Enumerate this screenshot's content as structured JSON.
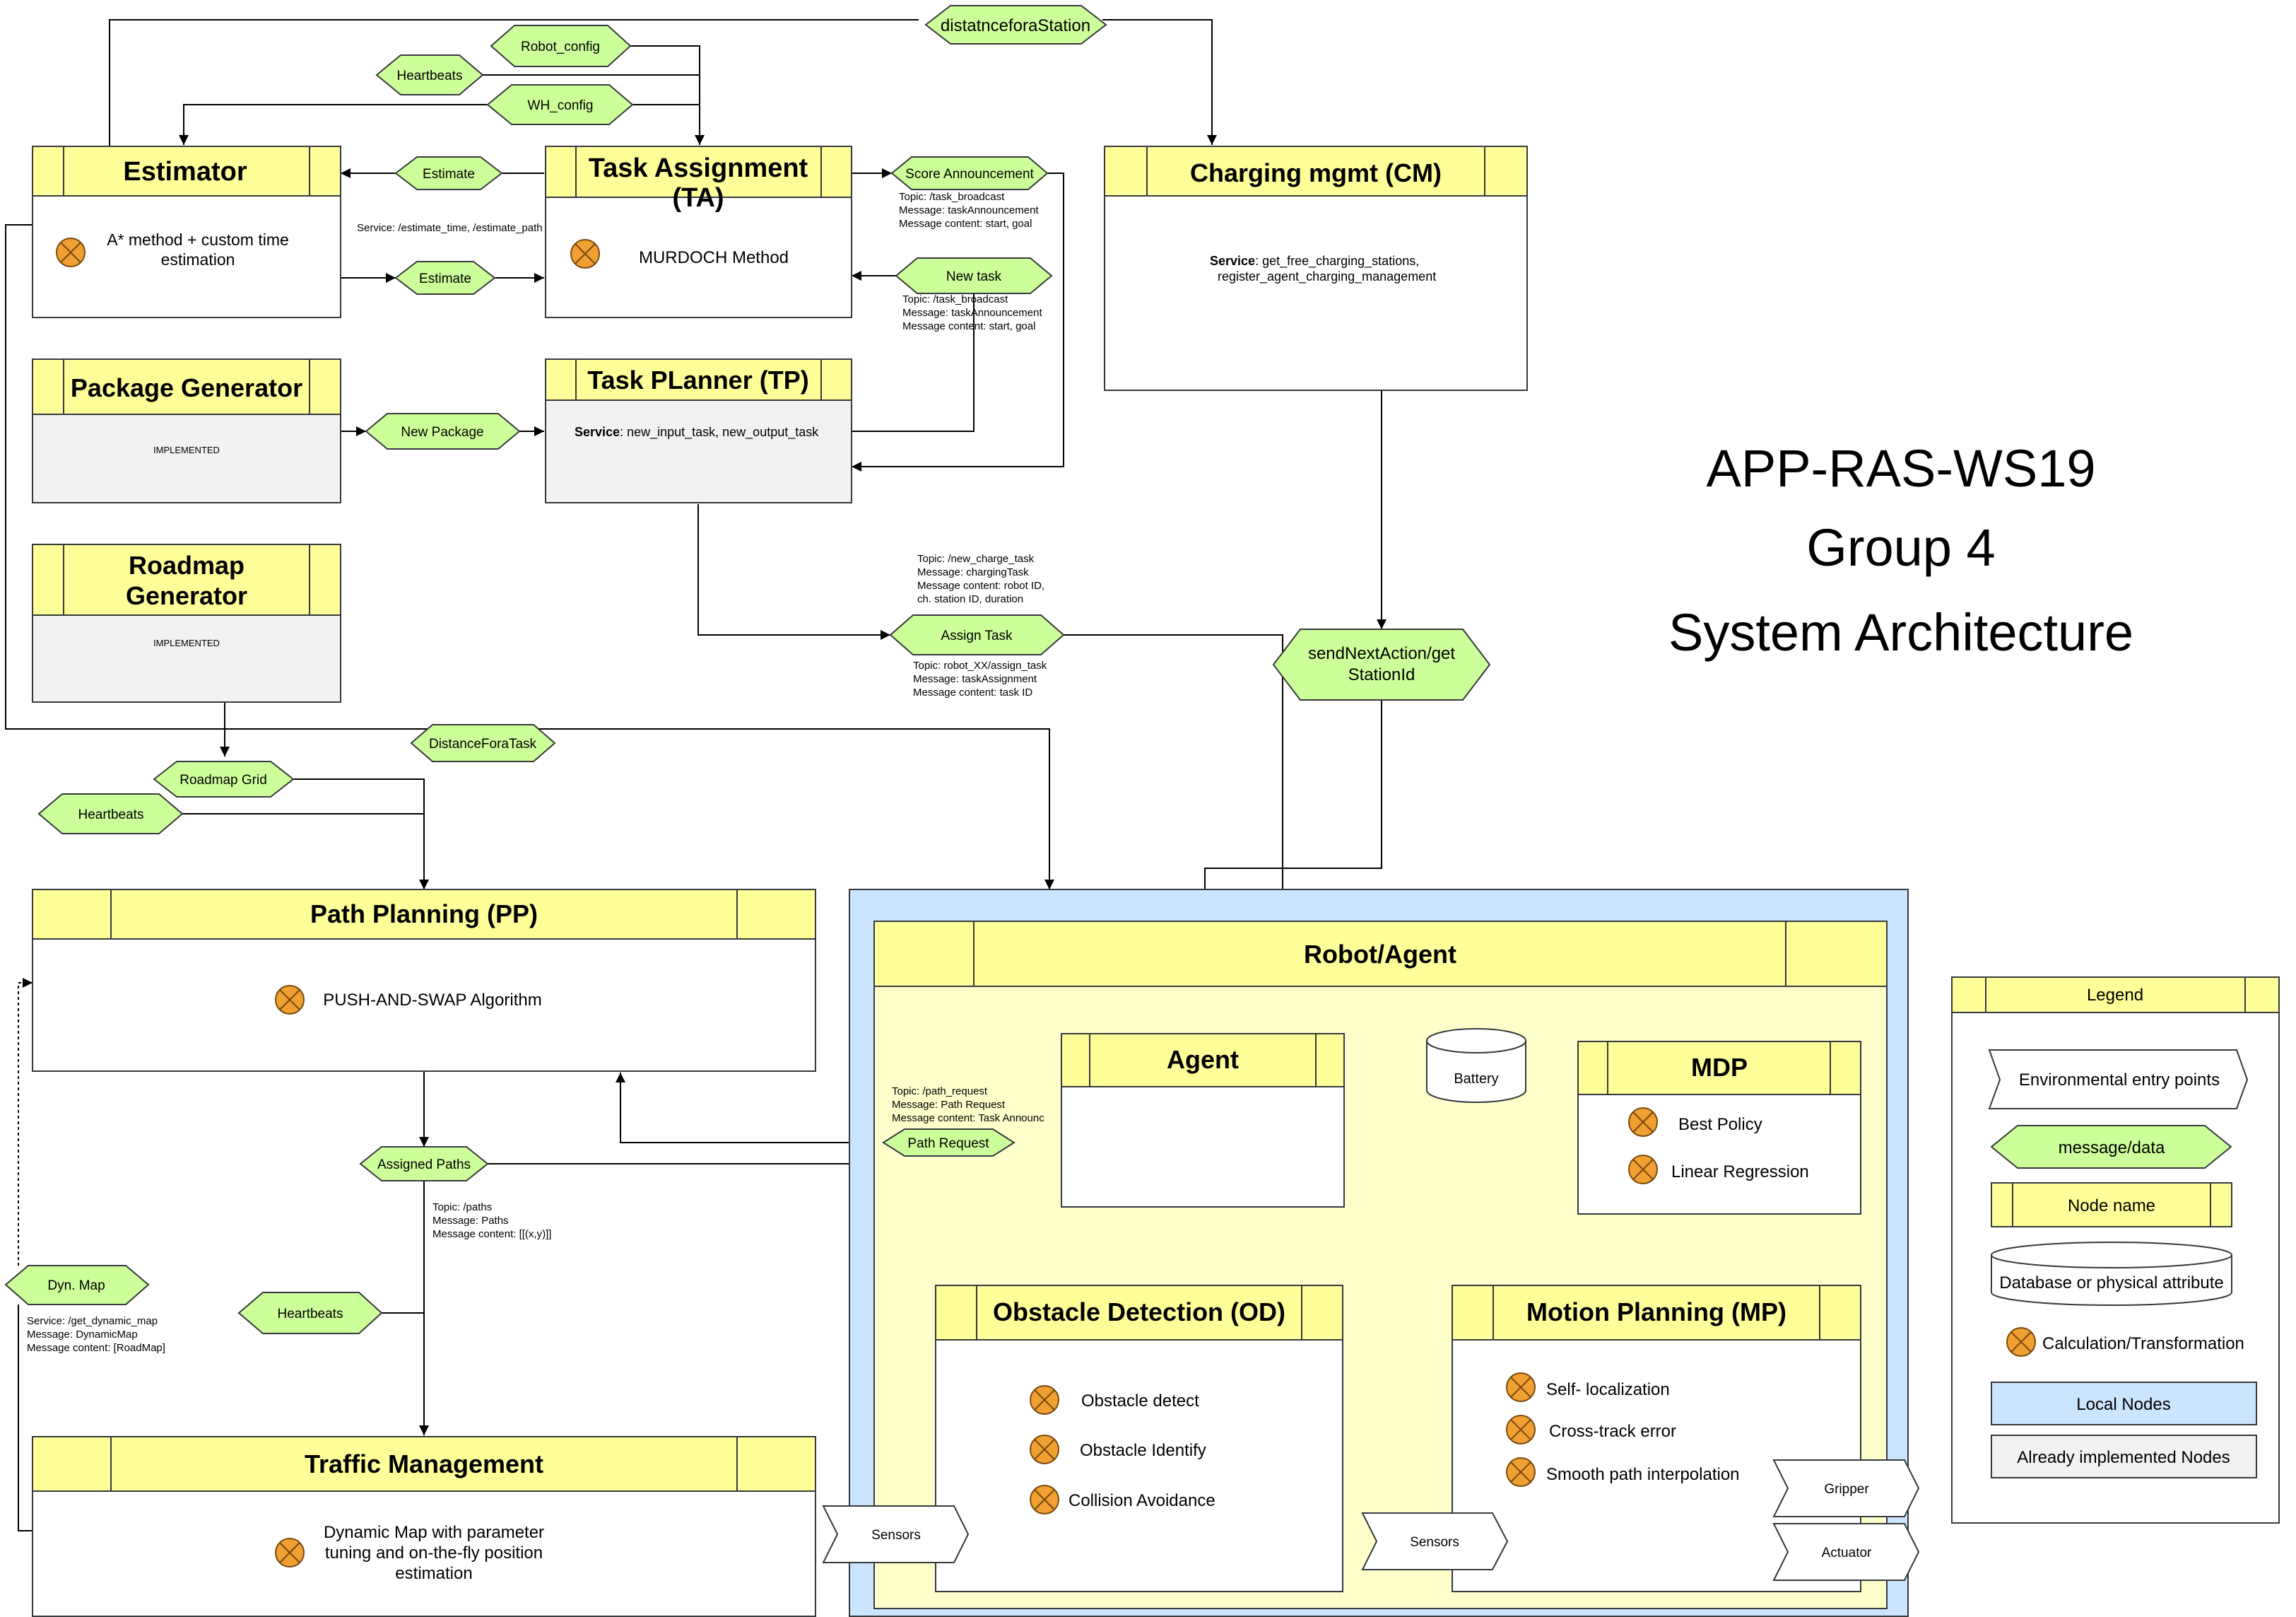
{
  "colors": {
    "node_fill": "#ffff99",
    "node_body": "#ffffff",
    "implemented_body": "#f2f2f2",
    "robot_bg": "#cce5ff",
    "robot_panel": "#ffffcc",
    "message_fill": "#ccff99",
    "calc_fill": "#f0a030",
    "line": "#000000"
  },
  "title": {
    "line1": "APP-RAS-WS19",
    "line2": "Group 4",
    "line3": "System Architecture"
  },
  "nodes": {
    "estimator": {
      "title": "Estimator",
      "method": "A* method + custom time estimation"
    },
    "task_assignment": {
      "title_l1": "Task Assignment",
      "title_l2": "(TA)",
      "method": "MURDOCH Method"
    },
    "charging": {
      "title": "Charging mgmt (CM)",
      "service_label": "Service",
      "service_l1": ": get_free_charging_stations,",
      "service_l2": "register_agent_charging_management"
    },
    "package_generator": {
      "title": "Package Generator",
      "status": "IMPLEMENTED"
    },
    "task_planner": {
      "title": "Task PLanner (TP)",
      "service_label": "Service",
      "service_value": ": new_input_task, new_output_task"
    },
    "roadmap_generator": {
      "title_l1": "Roadmap",
      "title_l2": "Generator",
      "status": "IMPLEMENTED"
    },
    "path_planning": {
      "title": "Path Planning (PP)",
      "method": "PUSH-AND-SWAP Algorithm"
    },
    "traffic": {
      "title": "Traffic Management",
      "method_l1": "Dynamic Map with parameter",
      "method_l2": "tuning and on-the-fly position",
      "method_l3": "estimation"
    },
    "robot_agent": {
      "title": "Robot/Agent"
    },
    "agent": {
      "title": "Agent"
    },
    "battery": {
      "label": "Battery"
    },
    "mdp": {
      "title": "MDP",
      "items": [
        "Best Policy",
        "Linear Regression"
      ]
    },
    "obstacle": {
      "title": "Obstacle Detection (OD)",
      "items": [
        "Obstacle detect",
        "Obstacle Identify",
        "Collision Avoidance"
      ]
    },
    "motion": {
      "title": "Motion Planning (MP)",
      "items": [
        "Self- localization",
        "Cross-track error",
        "Smooth path interpolation"
      ]
    }
  },
  "messages": {
    "distance_station": "distatnceforaStation",
    "robot_config": "Robot_config",
    "heartbeats_top": "Heartbeats",
    "wh_config": "WH_config",
    "estimate_1": "Estimate",
    "estimate_2": "Estimate",
    "score_announcement": "Score Announcement",
    "new_task": "New task",
    "new_package": "New Package",
    "assign_task": "Assign Task",
    "send_next_action_l1": "sendNextAction/get",
    "send_next_action_l2": "StationId",
    "distance_task": "DistanceForaTask",
    "roadmap_grid": "Roadmap Grid",
    "heartbeats_left": "Heartbeats",
    "path_request": "Path Request",
    "assigned_paths": "Assigned Paths",
    "dyn_map": "Dyn. Map",
    "heartbeats_bottom": "Heartbeats"
  },
  "entry_points": {
    "sensors_left": "Sensors",
    "sensors_right": "Sensors",
    "gripper": "Gripper",
    "actuator": "Actuator"
  },
  "annotations": {
    "estimate_service": "Service: /estimate_time, /estimate_path",
    "score_topic": "Topic: /task_broadcast",
    "score_message": "Message: taskAnnouncement",
    "score_content": "Message content: start, goal",
    "newtask_topic": "Topic: /task_broadcast",
    "newtask_message": "Message: taskAnnouncement",
    "newtask_content": "Message content: start, goal",
    "charge_topic": "Topic: /new_charge_task",
    "charge_message": "Message: chargingTask",
    "charge_content_l1": "Message content: robot ID,",
    "charge_content_l2": "ch. station ID, duration",
    "assign_topic": "Topic: robot_XX/assign_task",
    "assign_message": "Message: taskAssignment",
    "assign_content": "Message content: task ID",
    "pathreq_topic": "Topic: /path_request",
    "pathreq_message": "Message: Path Request",
    "pathreq_content": "Message content: Task Announc",
    "paths_topic": "Topic: /paths",
    "paths_message": "Message: Paths",
    "paths_content": "Message content: [[(x,y)]]",
    "dynmap_service": "Service: /get_dynamic_map",
    "dynmap_message": "Message: DynamicMap",
    "dynmap_content": "Message content: [RoadMap]"
  },
  "legend": {
    "title": "Legend",
    "entry_points": "Environmental entry points",
    "message": "message/data",
    "node": "Node name",
    "database": "Database or physical attribute",
    "calc": "Calculation/Transformation",
    "local": "Local Nodes",
    "implemented": "Already implemented Nodes"
  }
}
